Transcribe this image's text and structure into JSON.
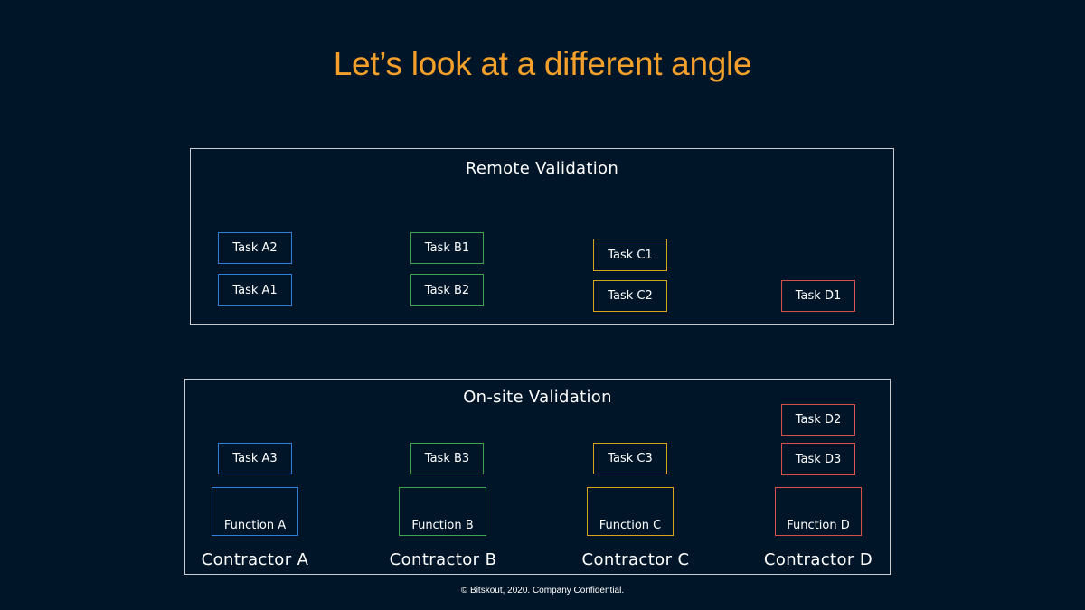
{
  "title": "Let’s look at a different angle",
  "remote": {
    "title": "Remote Validation",
    "tasks": {
      "a2": "Task A2",
      "a1": "Task A1",
      "b1": "Task B1",
      "b2": "Task B2",
      "c1": "Task C1",
      "c2": "Task C2",
      "d1": "Task D1"
    }
  },
  "onsite": {
    "title": "On-site Validation",
    "tasks": {
      "a3": "Task A3",
      "b3": "Task B3",
      "c3": "Task C3",
      "d2": "Task D2",
      "d3": "Task D3"
    },
    "functions": {
      "a": "Function A",
      "b": "Function B",
      "c": "Function C",
      "d": "Function D"
    },
    "contractors": {
      "a": "Contractor A",
      "b": "Contractor B",
      "c": "Contractor C",
      "d": "Contractor D"
    }
  },
  "colors": {
    "background": "#001628",
    "title": "#f5a02a",
    "contractor_a": "#2f7fd6",
    "contractor_b": "#3fa34d",
    "contractor_c": "#d9a520",
    "contractor_d": "#d9504a"
  },
  "footer": "© Bitskout, 2020. Company Confidential."
}
